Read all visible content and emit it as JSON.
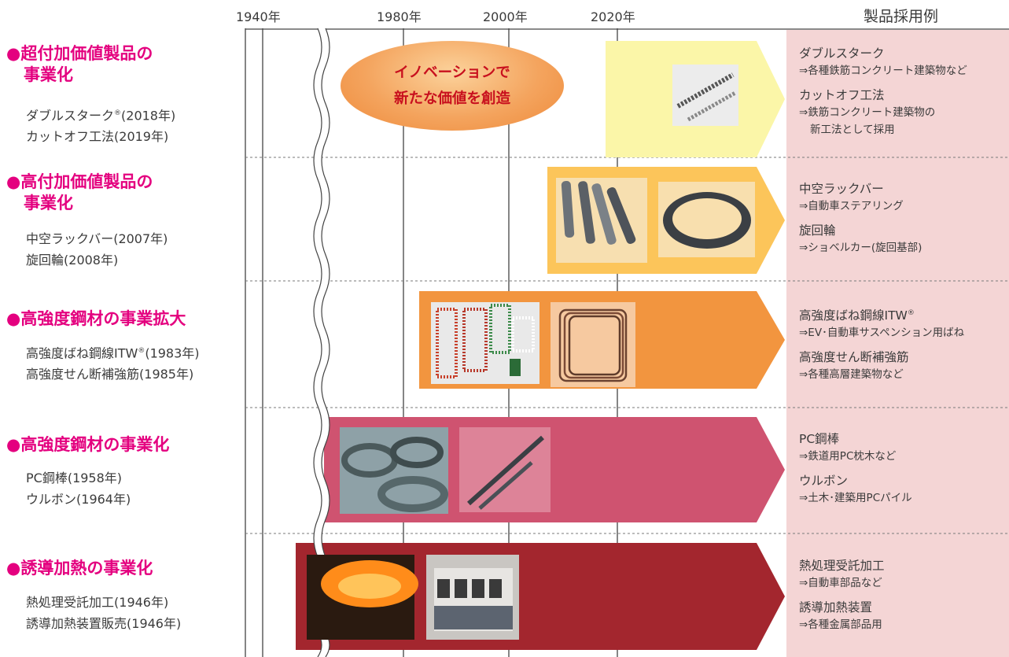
{
  "years": [
    "1940年",
    "1980年",
    "2000年",
    "2020年"
  ],
  "examples_header": "製品採用例",
  "innovation": {
    "line1": "イノベーションで",
    "line2": "新たな価値を創造"
  },
  "rows": [
    {
      "title1": "●超付加価値製品の",
      "title2": "事業化",
      "products": [
        {
          "name": "ダブルスターク",
          "mark": "®",
          "year": "(2018年)"
        },
        {
          "name": "カットオフ工法",
          "mark": "",
          "year": "(2019年)"
        }
      ],
      "examples": [
        {
          "name": "ダブルスターク",
          "mark": "",
          "use": "⇒各種鉄筋コンクリート建築物など",
          "use2": ""
        },
        {
          "name": "カットオフ工法",
          "mark": "",
          "use": "⇒鉄筋コンクリート建築物の",
          "use2": "新工法として採用"
        }
      ],
      "color": "#fbf6a8"
    },
    {
      "title1": "●高付加価値製品の",
      "title2": "事業化",
      "products": [
        {
          "name": "中空ラックバー",
          "mark": "",
          "year": "(2007年)"
        },
        {
          "name": "旋回輪",
          "mark": "",
          "year": "(2008年)"
        }
      ],
      "examples": [
        {
          "name": "中空ラックバー",
          "mark": "",
          "use": "⇒自動車ステアリング",
          "use2": ""
        },
        {
          "name": "旋回輪",
          "mark": "",
          "use": "⇒ショベルカー(旋回基部)",
          "use2": ""
        }
      ],
      "color": "#fcc55a"
    },
    {
      "title1": "●高強度鋼材の事業拡大",
      "title2": "",
      "products": [
        {
          "name": "高強度ばね鋼線ITW",
          "mark": "®",
          "year": "(1983年)"
        },
        {
          "name": "高強度せん断補強筋",
          "mark": "",
          "year": "(1985年)"
        }
      ],
      "examples": [
        {
          "name": "高強度ばね鋼線ITW",
          "mark": "®",
          "use": "⇒EV･自動車サスペンション用ばね",
          "use2": ""
        },
        {
          "name": "高強度せん断補強筋",
          "mark": "",
          "use": "⇒各種高層建築物など",
          "use2": ""
        }
      ],
      "color": "#f2953f"
    },
    {
      "title1": "●高強度鋼材の事業化",
      "title2": "",
      "products": [
        {
          "name": "PC鋼棒",
          "mark": "",
          "year": "(1958年)"
        },
        {
          "name": "ウルボン",
          "mark": "",
          "year": "(1964年)"
        }
      ],
      "examples": [
        {
          "name": "PC鋼棒",
          "mark": "",
          "use": "⇒鉄道用PC枕木など",
          "use2": ""
        },
        {
          "name": "ウルボン",
          "mark": "",
          "use": "⇒土木･建築用PCパイル",
          "use2": ""
        }
      ],
      "color": "#cf5370"
    },
    {
      "title1": "●誘導加熱の事業化",
      "title2": "",
      "products": [
        {
          "name": "熱処理受託加工",
          "mark": "",
          "year": "(1946年)"
        },
        {
          "name": "誘導加熱装置販売",
          "mark": "",
          "year": "(1946年)"
        }
      ],
      "examples": [
        {
          "name": "熱処理受託加工",
          "mark": "",
          "use": "⇒自動車部品など",
          "use2": ""
        },
        {
          "name": "誘導加熱装置",
          "mark": "",
          "use": "⇒各種金属部品用",
          "use2": ""
        }
      ],
      "color": "#a3262e"
    }
  ]
}
